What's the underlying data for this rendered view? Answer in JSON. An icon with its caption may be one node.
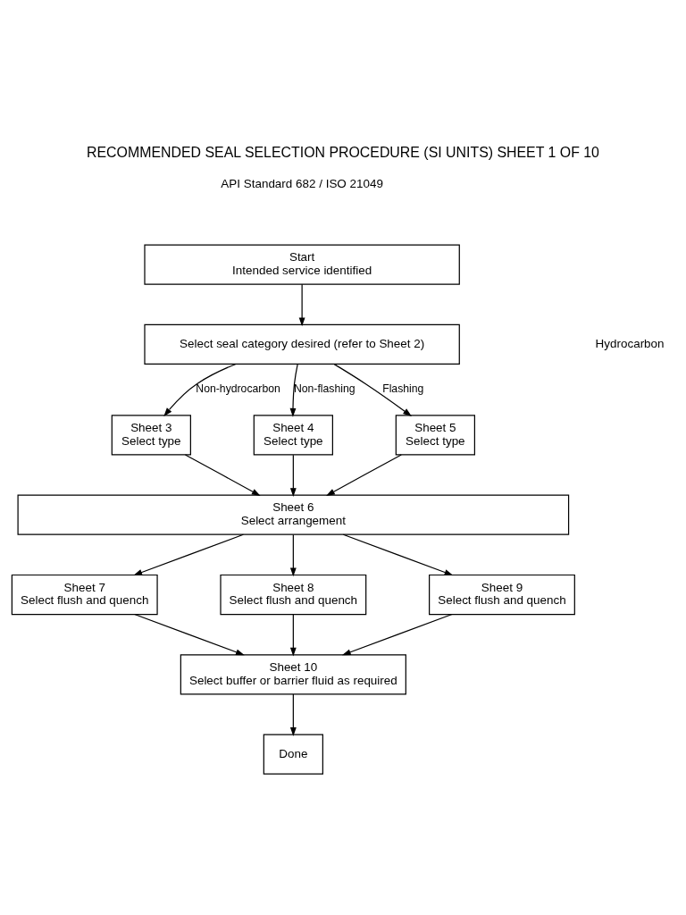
{
  "diagram": {
    "title": "RECOMMENDED SEAL SELECTION PROCEDURE (SI UNITS) SHEET 1 OF 10",
    "nodes": [
      {
        "text": [
          "Start",
          "Intended service identified"
        ]
      },
      {
        "text": [
          "Select seal category desired (refer to Sheet 2)"
        ]
      },
      {
        "text": [
          "Sheet 3",
          "Select type"
        ]
      },
      {
        "text": [
          "Sheet 4",
          "Select type"
        ]
      },
      {
        "text": [
          "Sheet 5",
          "Select type"
        ]
      },
      {
        "text": [
          "Sheet 6",
          "Select arrangement"
        ]
      },
      {
        "text": [
          "Sheet 7",
          "Select flush and quench"
        ]
      },
      {
        "text": [
          "Sheet 8",
          "Select flush and quench"
        ]
      },
      {
        "text": [
          "Sheet 9",
          "Select flush and quench"
        ]
      },
      {
        "text": [
          "Sheet 10",
          "Select buffer or barrier fluid as required"
        ]
      },
      {
        "text": [
          "Done"
        ]
      }
    ],
    "edges": [
      {
        "from": 0,
        "to": 1,
        "arrow": "to"
      },
      {
        "from": 1,
        "to": 2,
        "arrow": "to",
        "label": "Non-hydrocarbon"
      },
      {
        "from": 1,
        "to": 3,
        "arrow": "to",
        "label": "Non-flashing"
      },
      {
        "from": 1,
        "to": 4,
        "arrow": "to",
        "label": "Flashing"
      },
      {
        "from": 2,
        "to": 5,
        "arrow": "to"
      },
      {
        "from": 3,
        "to": 5,
        "arrow": "to"
      },
      {
        "from": 4,
        "to": 5,
        "arrow": "to"
      },
      {
        "from": 5,
        "to": 6,
        "arrow": "to"
      },
      {
        "from": 5,
        "to": 7,
        "arrow": "to"
      },
      {
        "from": 5,
        "to": 8,
        "arrow": "to"
      },
      {
        "from": 6,
        "to": 9,
        "arrow": "to"
      },
      {
        "from": 7,
        "to": 9,
        "arrow": "to"
      },
      {
        "from": 8,
        "to": 9,
        "arrow": "to"
      },
      {
        "from": 9,
        "to": 10,
        "arrow": "to"
      }
    ],
    "labels": [
      "API Standard 682 / ISO 21049",
      "Hydrocarbon"
    ]
  }
}
